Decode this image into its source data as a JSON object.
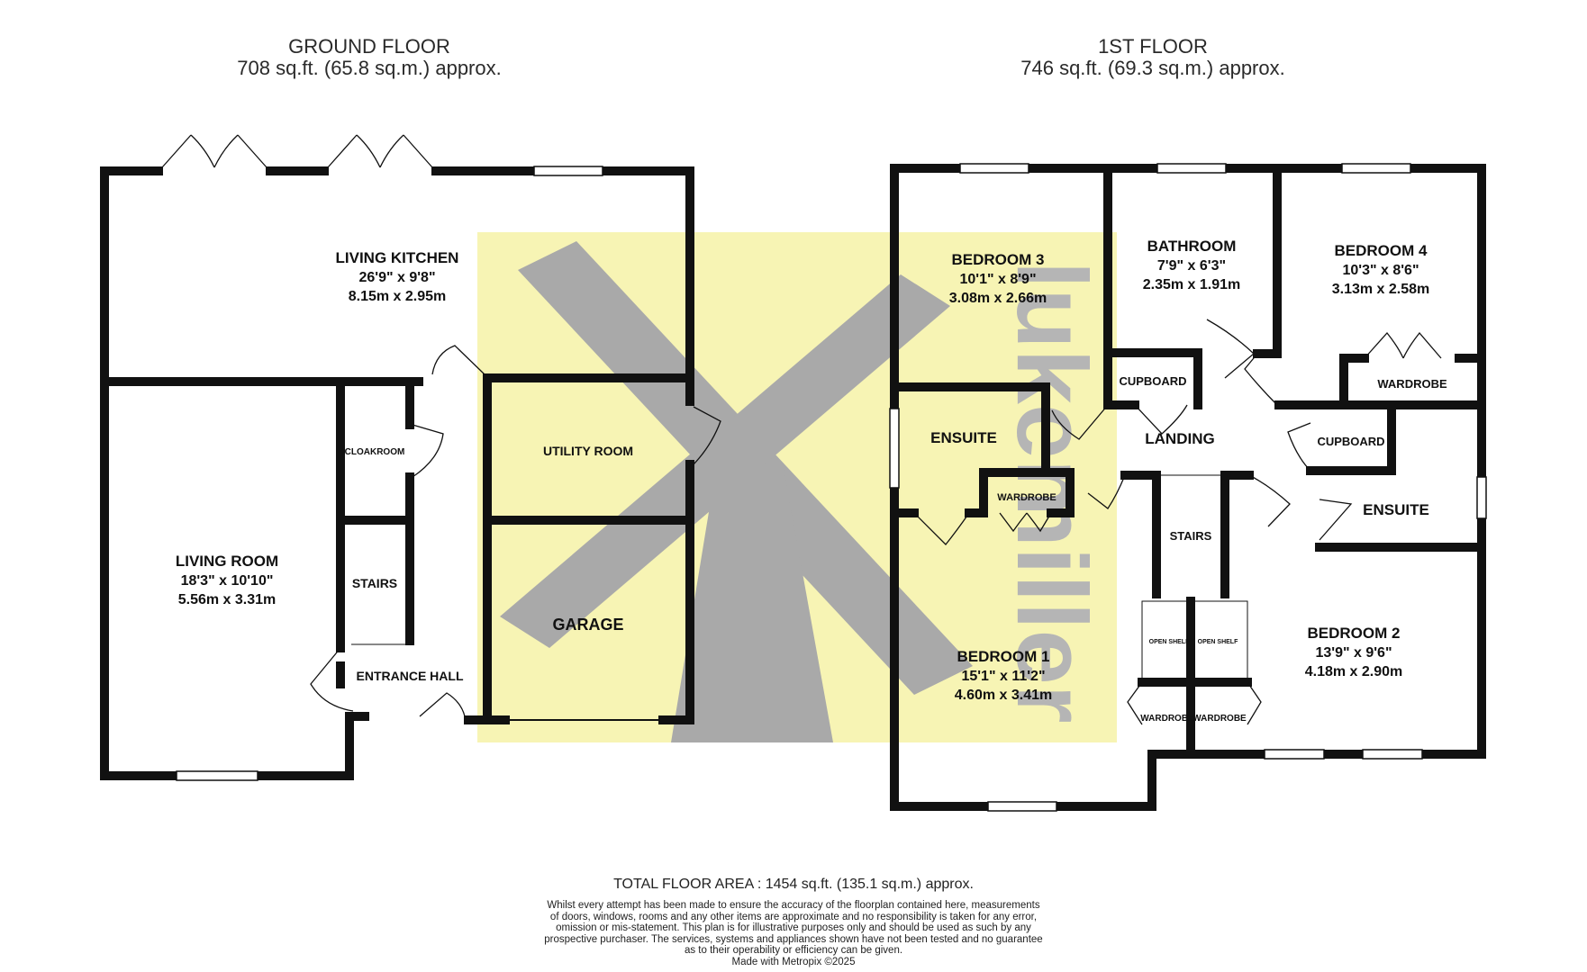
{
  "ground_floor": {
    "title": "GROUND FLOOR",
    "area": "708 sq.ft. (65.8 sq.m.) approx.",
    "rooms": {
      "living_kitchen": {
        "name": "LIVING KITCHEN",
        "imperial": "26'9\"  x 9'8\"",
        "metric": "8.15m  x 2.95m"
      },
      "living_room": {
        "name": "LIVING ROOM",
        "imperial": "18'3\"  x 10'10\"",
        "metric": "5.56m  x 3.31m"
      },
      "cloakroom": "CLOAKROOM",
      "stairs": "STAIRS",
      "entrance_hall": "ENTRANCE HALL",
      "utility_room": "UTILITY ROOM",
      "garage": "GARAGE"
    }
  },
  "first_floor": {
    "title": "1ST FLOOR",
    "area": "746 sq.ft. (69.3 sq.m.) approx.",
    "rooms": {
      "bedroom3": {
        "name": "BEDROOM 3",
        "imperial": "10'1\"  x 8'9\"",
        "metric": "3.08m  x 2.66m"
      },
      "bathroom": {
        "name": "BATHROOM",
        "imperial": "7'9\"  x 6'3\"",
        "metric": "2.35m  x 1.91m"
      },
      "bedroom4": {
        "name": "BEDROOM 4",
        "imperial": "10'3\"  x 8'6\"",
        "metric": "3.13m  x 2.58m"
      },
      "bedroom1": {
        "name": "BEDROOM 1",
        "imperial": "15'1\"  x 11'2\"",
        "metric": "4.60m  x 3.41m"
      },
      "bedroom2": {
        "name": "BEDROOM 2",
        "imperial": "13'9\"  x 9'6\"",
        "metric": "4.18m  x 2.90m"
      },
      "ensuite_left": "ENSUITE",
      "ensuite_right": "ENSUITE",
      "cupboard_left": "CUPBOARD",
      "cupboard_right": "CUPBOARD",
      "wardrobe_b1": "WARDROBE",
      "wardrobe_b4": "WARDROBE",
      "landing": "LANDING",
      "stairs": "STAIRS",
      "open_shelf_1": "OPEN SHELF",
      "open_shelf_2": "OPEN SHELF",
      "wardrobe_low_1": "WARDROBE",
      "wardrobe_low_2": "WARDROBE"
    }
  },
  "watermark": {
    "text": "lukemiller",
    "background_color": "#f7f4b4",
    "logo_color": "#a9a9a9",
    "text_color": "#b5b5b5",
    "icon": "windmill-logo"
  },
  "footer": {
    "total_area": "TOTAL FLOOR AREA : 1454 sq.ft. (135.1 sq.m.) approx.",
    "disclaimer": [
      "Whilst every attempt has been made to ensure the accuracy of the floorplan contained here, measurements",
      "of doors, windows, rooms and any other items are approximate and no responsibility is taken for any error,",
      "omission or mis-statement. This plan is for illustrative purposes only and should be used as such by any",
      "prospective purchaser. The services, systems and appliances shown have not been tested and no guarantee",
      "as to their operability or efficiency can be given."
    ],
    "made_with": "Made with Metropix ©2025"
  },
  "colors": {
    "wall": "#111111",
    "window": "#ffffff",
    "text": "#111111"
  }
}
